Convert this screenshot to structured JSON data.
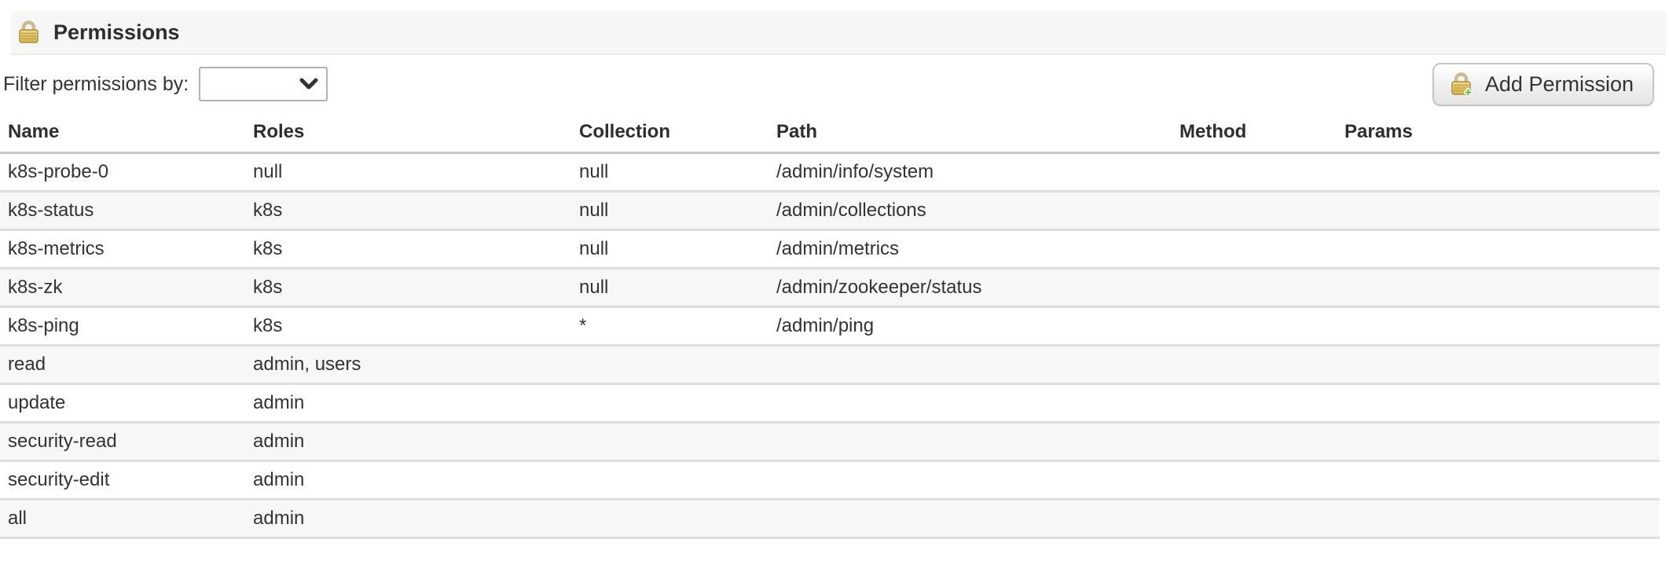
{
  "panel": {
    "title": "Permissions",
    "icon": "lock-icon"
  },
  "filter": {
    "label": "Filter permissions by:",
    "selected_value": ""
  },
  "actions": {
    "add_button_label": "Add Permission",
    "add_button_icon": "lock-add-icon"
  },
  "table": {
    "columns": [
      "Name",
      "Roles",
      "Collection",
      "Path",
      "Method",
      "Params"
    ],
    "rows": [
      {
        "name": "k8s-probe-0",
        "roles": "null",
        "collection": "null",
        "path": "/admin/info/system",
        "method": "",
        "params": ""
      },
      {
        "name": "k8s-status",
        "roles": "k8s",
        "collection": "null",
        "path": "/admin/collections",
        "method": "",
        "params": ""
      },
      {
        "name": "k8s-metrics",
        "roles": "k8s",
        "collection": "null",
        "path": "/admin/metrics",
        "method": "",
        "params": ""
      },
      {
        "name": "k8s-zk",
        "roles": "k8s",
        "collection": "null",
        "path": "/admin/zookeeper/status",
        "method": "",
        "params": ""
      },
      {
        "name": "k8s-ping",
        "roles": "k8s",
        "collection": "*",
        "path": "/admin/ping",
        "method": "",
        "params": ""
      },
      {
        "name": "read",
        "roles": "admin, users",
        "collection": "",
        "path": "",
        "method": "",
        "params": ""
      },
      {
        "name": "update",
        "roles": "admin",
        "collection": "",
        "path": "",
        "method": "",
        "params": ""
      },
      {
        "name": "security-read",
        "roles": "admin",
        "collection": "",
        "path": "",
        "method": "",
        "params": ""
      },
      {
        "name": "security-edit",
        "roles": "admin",
        "collection": "",
        "path": "",
        "method": "",
        "params": ""
      },
      {
        "name": "all",
        "roles": "admin",
        "collection": "",
        "path": "",
        "method": "",
        "params": ""
      }
    ]
  },
  "colors": {
    "panel_header_bg": "#f6f6f6",
    "row_stripe": "#f7f7f7",
    "row_border": "#dedede",
    "lock_gold": "#e2c164",
    "plus_green": "#55b43c",
    "text": "#333333"
  }
}
